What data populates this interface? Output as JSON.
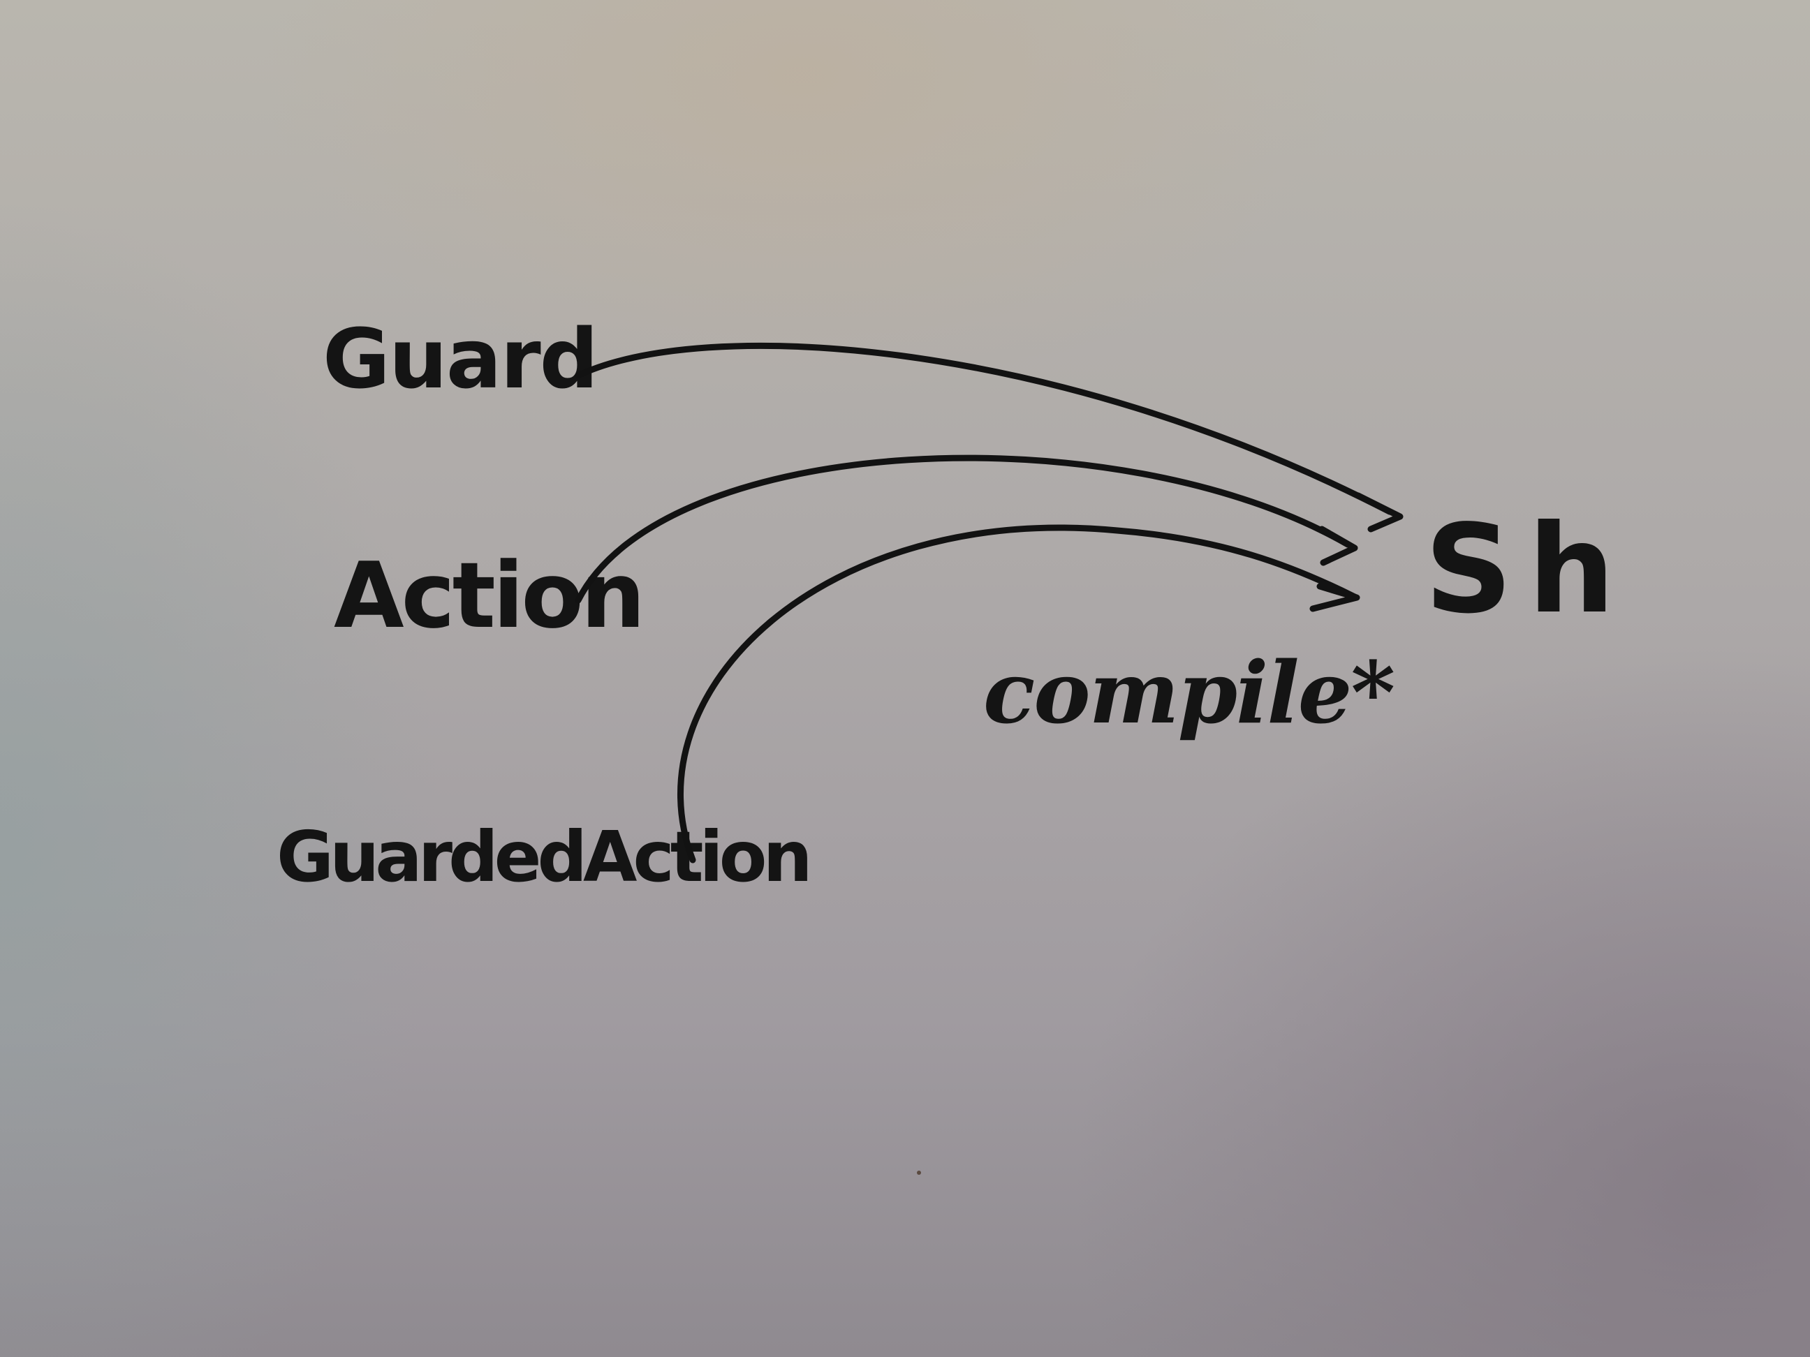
{
  "diagram": {
    "nodes": {
      "guard": "Guard",
      "action": "Action",
      "guarded_action": "GuardedAction",
      "target": "Sh"
    },
    "edge_label": "compile*",
    "edges": [
      {
        "from": "Guard",
        "to": "Sh"
      },
      {
        "from": "Action",
        "to": "Sh"
      },
      {
        "from": "GuardedAction",
        "to": "Sh"
      }
    ]
  }
}
